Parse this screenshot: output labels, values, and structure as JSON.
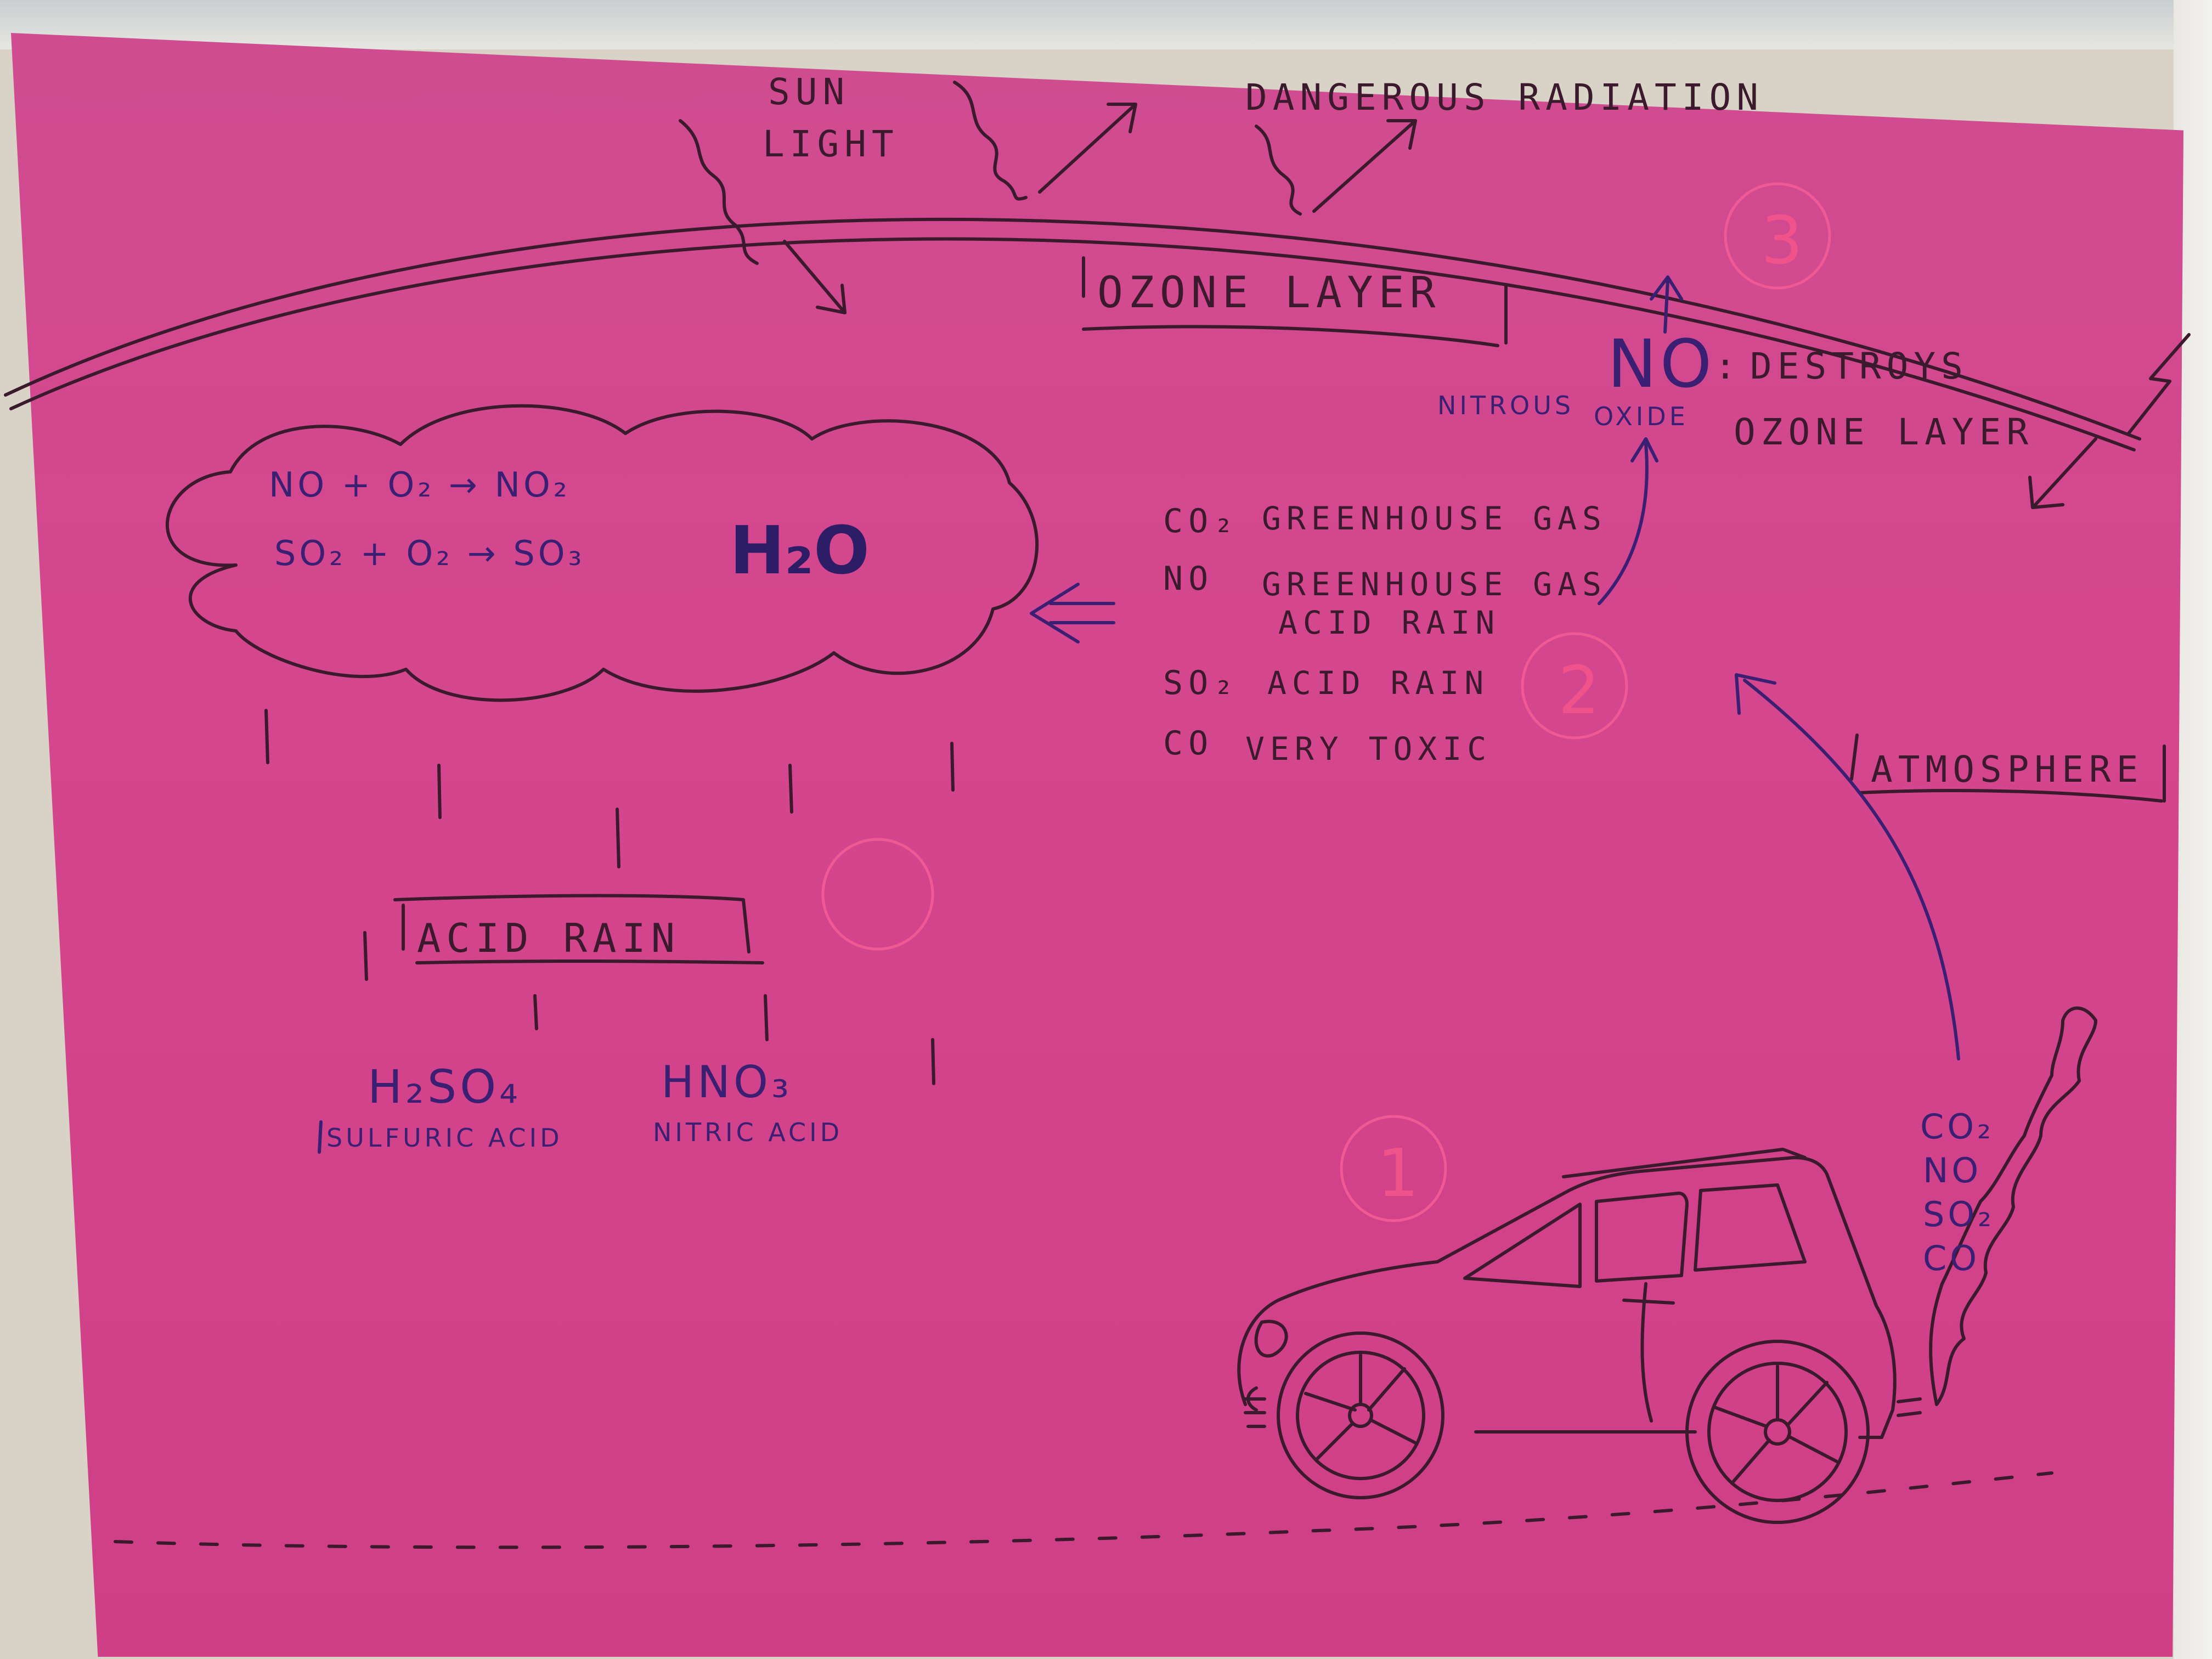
{
  "sky": {
    "sun_light_line1": "SUN",
    "sun_light_line2": "LIGHT",
    "radiation": "DANGEROUS RADIATION",
    "ozone_layer": "OZONE LAYER"
  },
  "ozone_damage": {
    "formula": "NO",
    "separator": ":",
    "text_line1": "DESTROYS",
    "text_line2": "OZONE LAYER",
    "name_line1": "NITROUS",
    "name_line2": "OXIDE"
  },
  "cloud": {
    "reaction1": "NO + O₂ → NO₂",
    "reaction2": "SO₂ + O₂ → SO₃",
    "water": "H₂O"
  },
  "gases": [
    {
      "formula": "CO₂",
      "effect": "GREENHOUSE GAS"
    },
    {
      "formula": "NO",
      "effect": "GREENHOUSE GAS"
    },
    {
      "formula": "",
      "effect": "ACID RAIN"
    },
    {
      "formula": "SO₂",
      "effect": "ACID RAIN"
    },
    {
      "formula": "CO",
      "effect": "VERY TOXIC"
    }
  ],
  "atmosphere": "ATMOSPHERE",
  "acid_rain": {
    "title": "ACID RAIN",
    "acid1_formula": "H₂SO₄",
    "acid1_name": "SULFURIC ACID",
    "acid2_formula": "HNO₃",
    "acid2_name": "NITRIC ACID"
  },
  "exhaust": [
    "CO₂",
    "NO",
    "SO₂",
    "CO"
  ],
  "step_numbers": [
    "1",
    "2",
    "3"
  ],
  "colors": {
    "poster": "#d4468e",
    "marker": "#3a1a2c",
    "blue_marker": "#3a1f72",
    "pencil_numbers": "#f0528a"
  }
}
